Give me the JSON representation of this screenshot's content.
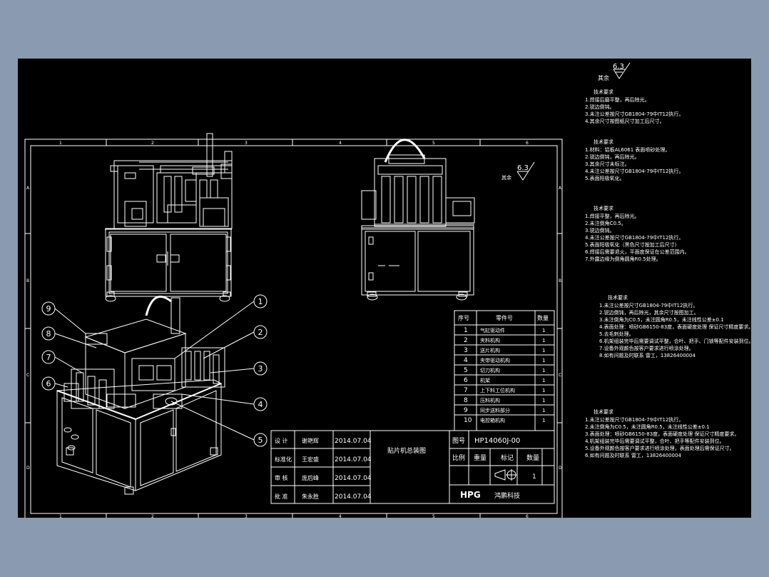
{
  "roughness": {
    "label": "其余",
    "value": "6.3"
  },
  "roughness_main": {
    "value": "6.3"
  },
  "zone_numbers": [
    "1",
    "2",
    "3",
    "4",
    "5",
    "6"
  ],
  "zone_letters": [
    "A",
    "B",
    "C",
    "D"
  ],
  "callouts": [
    "1",
    "2",
    "3",
    "4",
    "5",
    "6",
    "7",
    "8",
    "9"
  ],
  "parts_table": {
    "headers": [
      "序号",
      "零件号",
      "数量"
    ],
    "rows": [
      {
        "no": "1",
        "name": "气缸驱动件",
        "qty": "1"
      },
      {
        "no": "2",
        "name": "夹料机构",
        "qty": "1"
      },
      {
        "no": "3",
        "name": "送片机构",
        "qty": "1"
      },
      {
        "no": "4",
        "name": "夹带驱动机构",
        "qty": "1"
      },
      {
        "no": "5",
        "name": "切刀机构",
        "qty": "1"
      },
      {
        "no": "6",
        "name": "机架",
        "qty": "1"
      },
      {
        "no": "7",
        "name": "上下料工位机构",
        "qty": "1"
      },
      {
        "no": "8",
        "name": "压料机构",
        "qty": "1"
      },
      {
        "no": "9",
        "name": "同步送料部分",
        "qty": "1"
      },
      {
        "no": "10",
        "name": "电控箱机构",
        "qty": "1"
      }
    ]
  },
  "title_block": {
    "rows": [
      {
        "role": "设 计",
        "name": "谢艳辉",
        "date": "2014.07.04"
      },
      {
        "role": "标准化",
        "name": "王宏盛",
        "date": "2014.07.04"
      },
      {
        "role": "审 核",
        "name": "庞后峰",
        "date": "2014.07.04"
      },
      {
        "role": "批 准",
        "name": "朱永胜",
        "date": "2014.07.04"
      }
    ],
    "drawing_name": "贴片机总装图",
    "code_label": "图号",
    "code": "HP14060J-00",
    "scale_label": "比例",
    "weight_label": "重量",
    "mark_label": "标记",
    "qty_label": "数量",
    "qty_value": "1",
    "logo": "HPG",
    "company": "鸿鹏科技"
  },
  "notes": [
    {
      "title": "技术要求",
      "lines": [
        "1.焊接后磨平整，再后除光。",
        "2.锐边倒钝。",
        "3.未注公差按尺寸GB1804-79中IT12执行。",
        "4.其余尺寸按图纸尺寸加工后尺寸。"
      ]
    },
    {
      "title": "技术要求",
      "lines": [
        "1.材料：铝板AL6061 表面喷砂处理。",
        "2.锐边倒钝，再后除光。",
        "3.其余尺寸未标注。",
        "4.未注公差按尺寸GB1804-79中IT12执行。",
        "5.表面阳极氧化。"
      ]
    },
    {
      "title": "技术要求",
      "lines": [
        "1.焊接平整，再后除光。",
        "2.未注倒角C0.5。",
        "3.锐边倒钝。",
        "4.未注公差按尺寸GB1804-79中IT12执行。",
        "5.表面阳极氧化（黑色尺寸按加工后尺寸）",
        "6.焊接后需要退火，平面度保证在公差范围内。",
        "7.外露边缘为倒角圆角R0.5处理。"
      ]
    },
    {
      "title": "技术要求",
      "lines": [
        "1.未注公差按尺寸GB1804-79中IT12执行。",
        "2.锐边倒钝，再后除光，其余尺寸按图加工。",
        "3.未注倒角为C0.5，未注圆角R0.5，未注线性公差±0.1",
        "4.表面处理：喷砂GB6150-83度，表面硬度处理 保证尺寸精度要求。",
        "5.去毛刺处理。",
        "6.机架组装完毕后需要调试平整，合叶、把手、门锁等配件安装到位。",
        "7.设备外观颜色按客户要求进行喷涂处理。",
        "8.如有问题及时联系 雷工，13826400004"
      ]
    },
    {
      "title": "技术要求",
      "lines": [
        "1.未注公差按尺寸GB1804-79中IT12执行。",
        "2.未注倒角为C0.5，未注圆角R0.5，未注线性公差±0.1",
        "3.表面处理：喷砂GB6150-83度，表面硬度处理 保证尺寸精度要求。",
        "4.机架组装完毕后需要调试平整，合叶、把手等配件安装到位。",
        "5.设备外观颜色按客户要求进行喷涂处理，表面处理后需保证尺寸。",
        "6.如有问题及时联系 雷工，13826400004"
      ]
    }
  ]
}
